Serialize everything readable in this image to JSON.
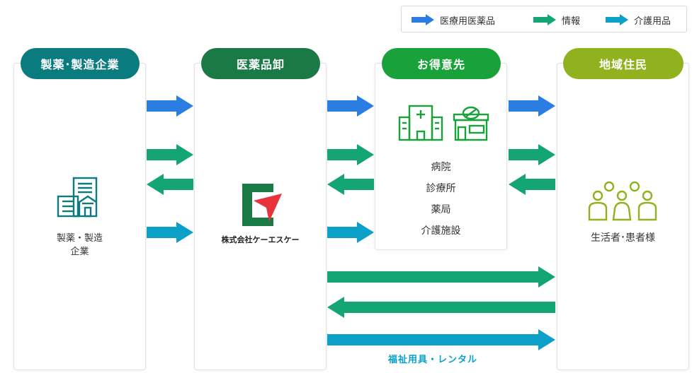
{
  "legend": {
    "items": [
      {
        "label": "医療用医薬品",
        "color": "#2a7de1"
      },
      {
        "label": "情報",
        "color": "#13a574"
      },
      {
        "label": "介護用品",
        "color": "#0aa0c8"
      }
    ]
  },
  "columns": {
    "manufacturer": {
      "header": "製薬･製造企業",
      "label_line1": "製薬・製造",
      "label_line2": "企業",
      "header_color": "#0a7c80",
      "icon": "building-icon"
    },
    "wholesaler": {
      "header": "医薬品卸",
      "company": "株式会社ケーエスケー",
      "header_color": "#1a7a45",
      "icon": "kske-logo"
    },
    "customers": {
      "header": "お得意先",
      "items": [
        "病院",
        "診療所",
        "薬局",
        "介護施設"
      ],
      "header_color": "#1aa23a",
      "icons": [
        "hospital-icon",
        "pharmacy-icon"
      ]
    },
    "residents": {
      "header": "地域住民",
      "label": "生活者･患者様",
      "header_color": "#8fb21e",
      "icon": "people-icon"
    }
  },
  "flows": {
    "welfare_caption": "福祉用具・レンタル"
  },
  "colors": {
    "blue": "#2a7de1",
    "green": "#13a574",
    "teal": "#0aa0c8"
  }
}
